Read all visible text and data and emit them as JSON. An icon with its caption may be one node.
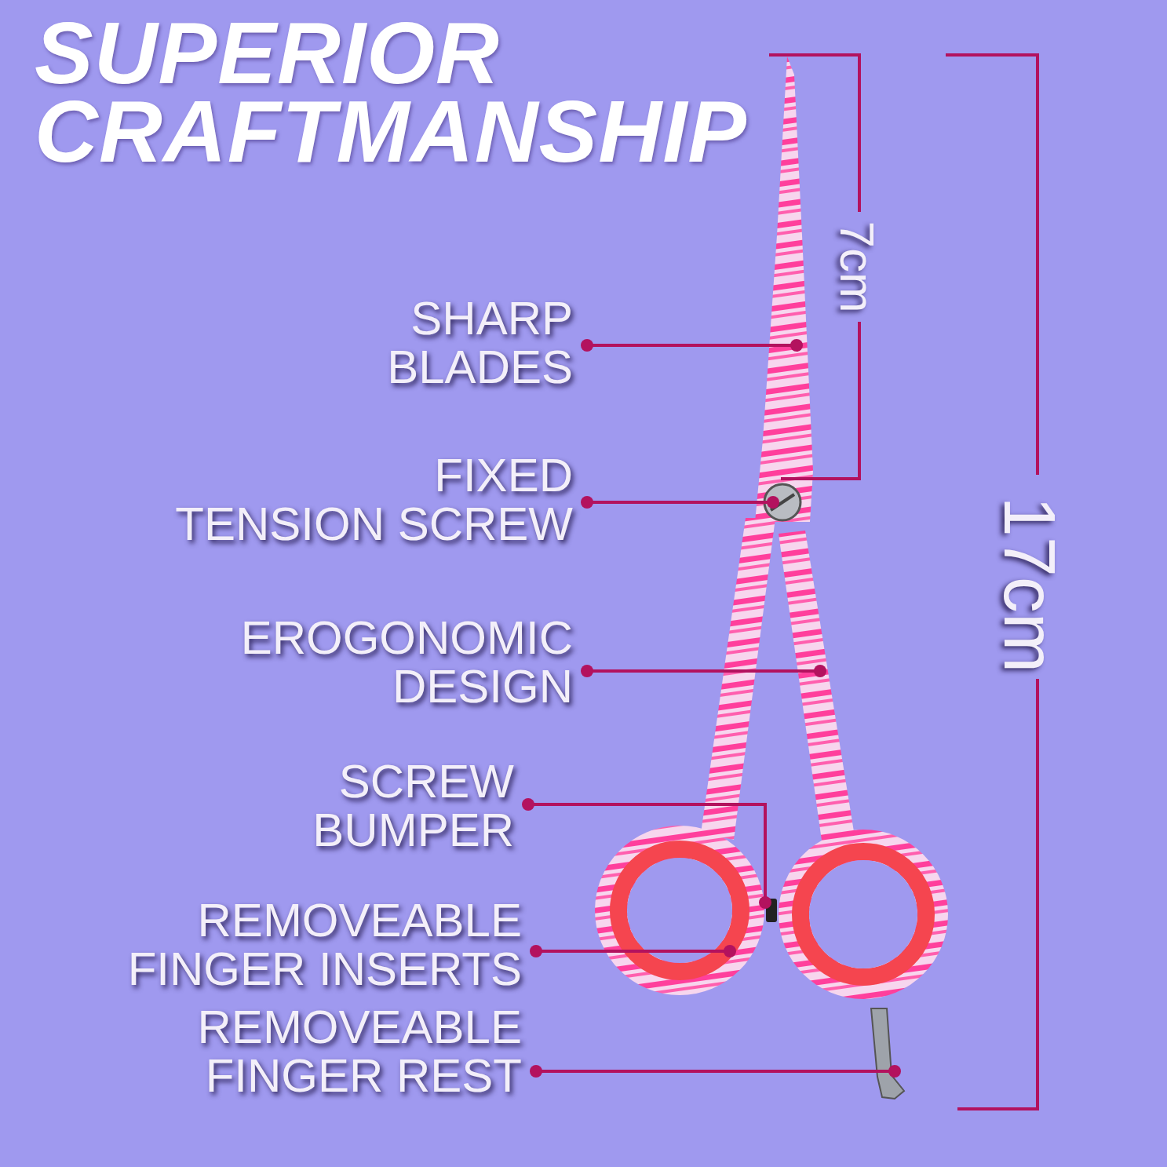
{
  "diagram": {
    "title": "SUPERIOR CRAFTMANSHIP",
    "nodes": [
      {
        "text": [
          "SHARP BLADES"
        ]
      },
      {
        "text": [
          "FIXED TENSION SCREW"
        ]
      },
      {
        "text": [
          "EROGONOMIC DESIGN"
        ]
      },
      {
        "text": [
          "SCREW BUMPER"
        ]
      },
      {
        "text": [
          "REMOVEABLE FINGER INSERTS"
        ]
      },
      {
        "text": [
          "REMOVEABLE FINGER REST"
        ]
      }
    ],
    "edges": [
      {
        "from": 0,
        "to": null,
        "arrow": "other"
      },
      {
        "from": 1,
        "to": null,
        "arrow": "other"
      },
      {
        "from": 2,
        "to": null,
        "arrow": "other"
      },
      {
        "from": 3,
        "to": null,
        "arrow": "other"
      },
      {
        "from": 4,
        "to": null,
        "arrow": "other"
      },
      {
        "from": 5,
        "to": null,
        "arrow": "other"
      }
    ],
    "labels": [
      "7cm",
      "17cm"
    ]
  }
}
